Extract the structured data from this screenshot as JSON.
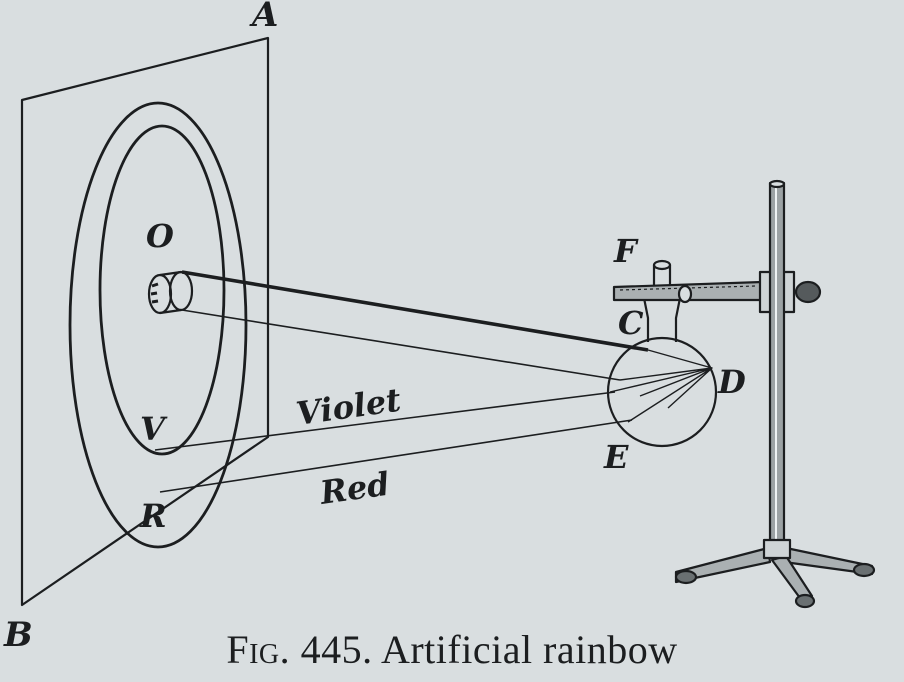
{
  "labels": {
    "A": "A",
    "B": "B",
    "O": "O",
    "V": "V",
    "R": "R",
    "F": "F",
    "C": "C",
    "D": "D",
    "E": "E",
    "violet": "Violet",
    "red": "Red"
  },
  "caption": {
    "fig": "Fig. 445.",
    "title": "Artificial rainbow"
  },
  "colors": {
    "ink": "#1c1e20",
    "paper": "#d9dee0"
  }
}
